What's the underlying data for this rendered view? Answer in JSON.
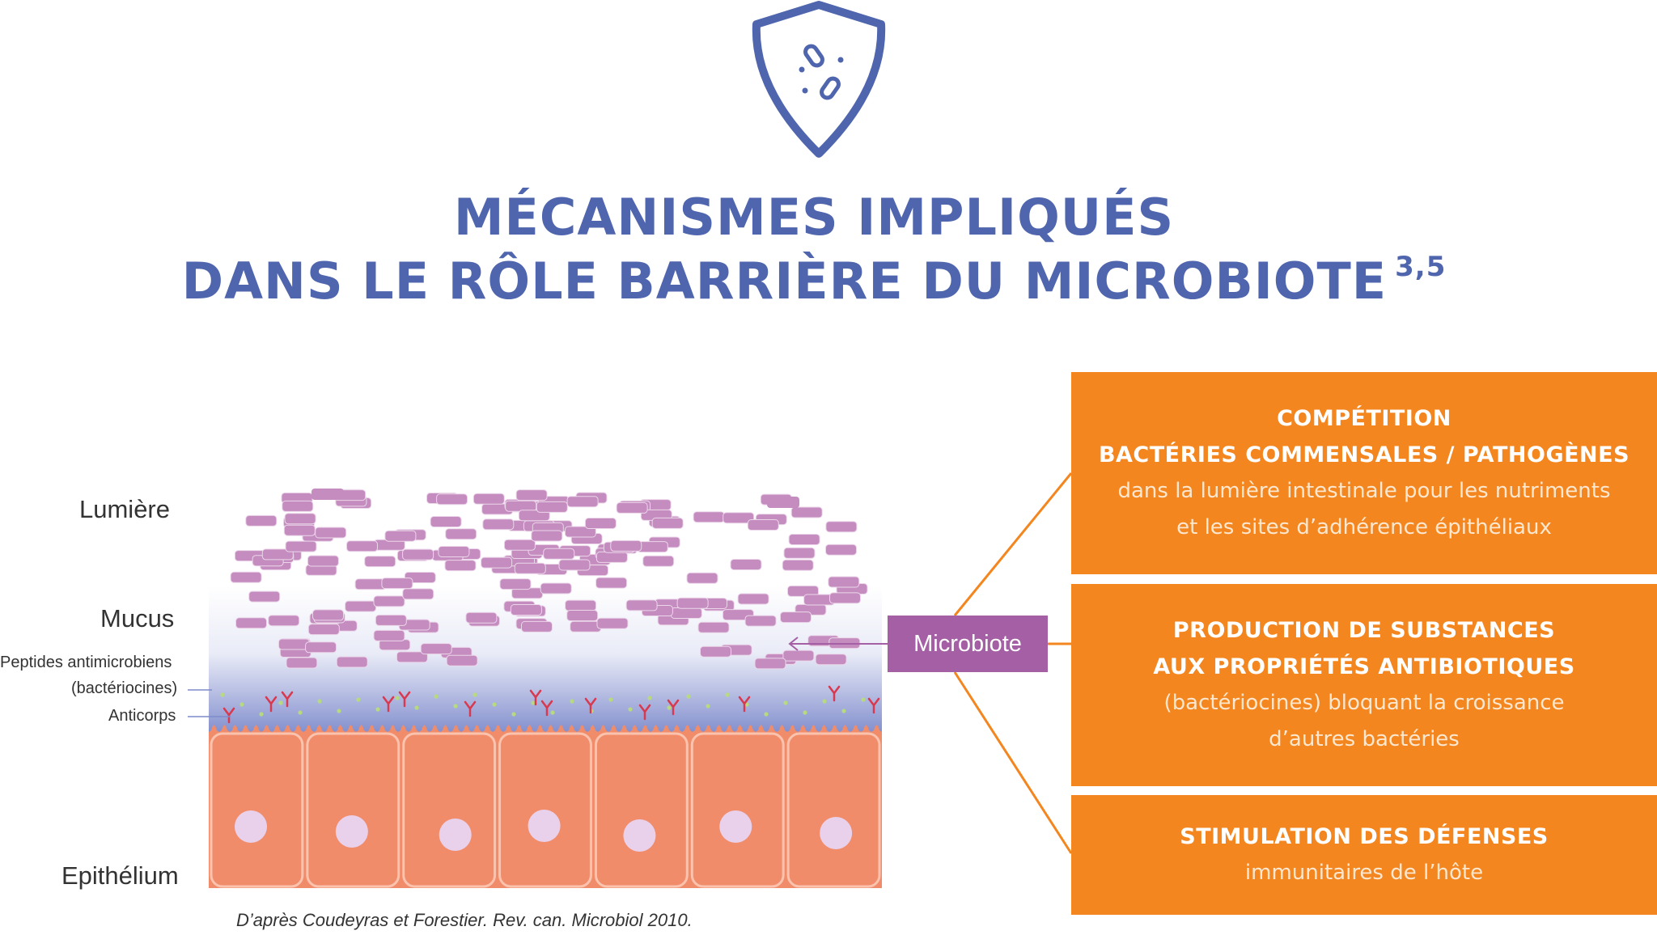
{
  "title": {
    "line1": "MÉCANISMES IMPLIQUÉS",
    "line2": "DANS LE RÔLE BARRIÈRE DU MICROBIOTE",
    "superscript": "3,5"
  },
  "icon": "shield-bacteria-icon",
  "diagram": {
    "labels": {
      "lumiere": "Lumière",
      "mucus": "Mucus",
      "peptides": "Peptides antimicrobiens",
      "bacteriocines": "(bactériocines)",
      "anticorps": "Anticorps",
      "epithelium": "Epithélium"
    },
    "microbiote_tag": "Microbiote",
    "source": "D’après Coudeyras et Forestier. Rev. can. Microbiol 2010."
  },
  "mechanisms": [
    {
      "heading_line1": "COMPÉTITION",
      "heading_line2": "BACTÉRIES COMMENSALES / PATHOGÈNES",
      "body_line1": "dans la lumière intestinale pour les nutriments",
      "body_line2": "et les sites d’adhérence épithéliaux"
    },
    {
      "heading_line1": "PRODUCTION DE SUBSTANCES",
      "heading_line2": "AUX PROPRIÉTÉS ANTIBIOTIQUES",
      "body_line1": "(bactériocines) bloquant la croissance",
      "body_line2": "d’autres bactéries"
    },
    {
      "heading_line1": "STIMULATION DES DÉFENSES",
      "body_line1": "immunitaires de l’hôte"
    }
  ],
  "colors": {
    "title": "#4f65ad",
    "accent_orange": "#f3861f",
    "microbiote_purple": "#a45fa5",
    "bacteria_pink": "#c48cbf",
    "epithelium": "#f08c6a",
    "mucus_blue": "#8f9bd3"
  }
}
